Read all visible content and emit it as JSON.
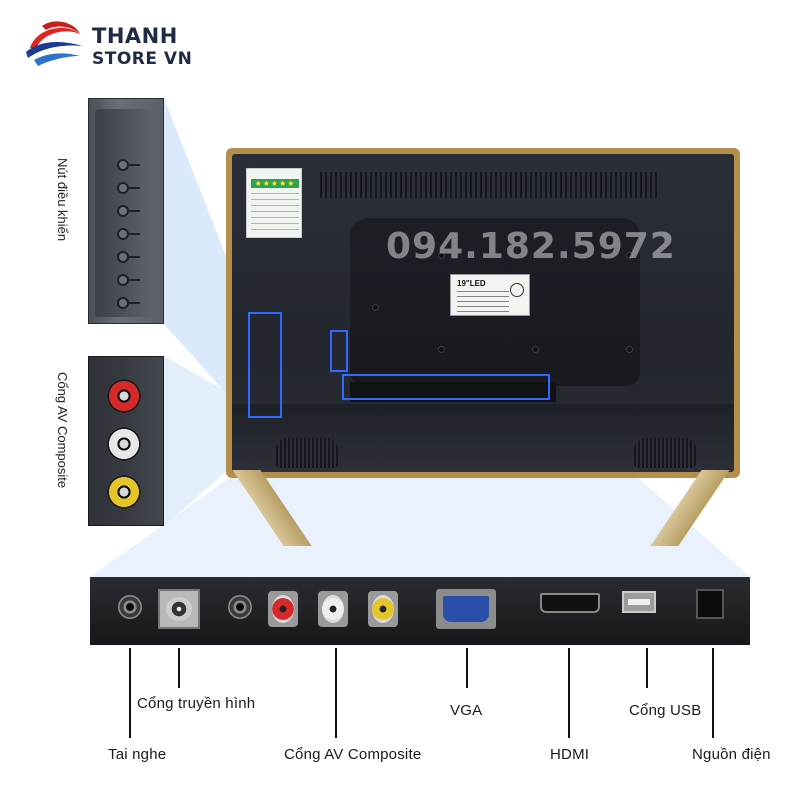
{
  "brand": {
    "line1": "THANH",
    "line2": "STORE VN",
    "colors": {
      "red": "#e2241f",
      "blue": "#1b3d8f",
      "text": "#1f2a44"
    }
  },
  "watermark": "094.182.5972",
  "tv": {
    "label_title": "19\"LED",
    "highlight_color": "#2f6bff",
    "frame_color": "#b58e4c"
  },
  "side_labels": {
    "buttons": "Nút điều khiển",
    "av": "Cổng AV Composite"
  },
  "ports": [
    {
      "id": "headphone",
      "label": "Tai nghe"
    },
    {
      "id": "antenna",
      "label": "Cổng truyền hình"
    },
    {
      "id": "av",
      "label": "Cổng AV Composite"
    },
    {
      "id": "vga",
      "label": "VGA"
    },
    {
      "id": "hdmi",
      "label": "HDMI"
    },
    {
      "id": "usb",
      "label": "Cổng USB"
    },
    {
      "id": "power",
      "label": "Nguồn điện"
    }
  ],
  "icons": [
    "logo-waves-icon",
    "rca-red-icon",
    "rca-white-icon",
    "rca-yellow-icon"
  ]
}
